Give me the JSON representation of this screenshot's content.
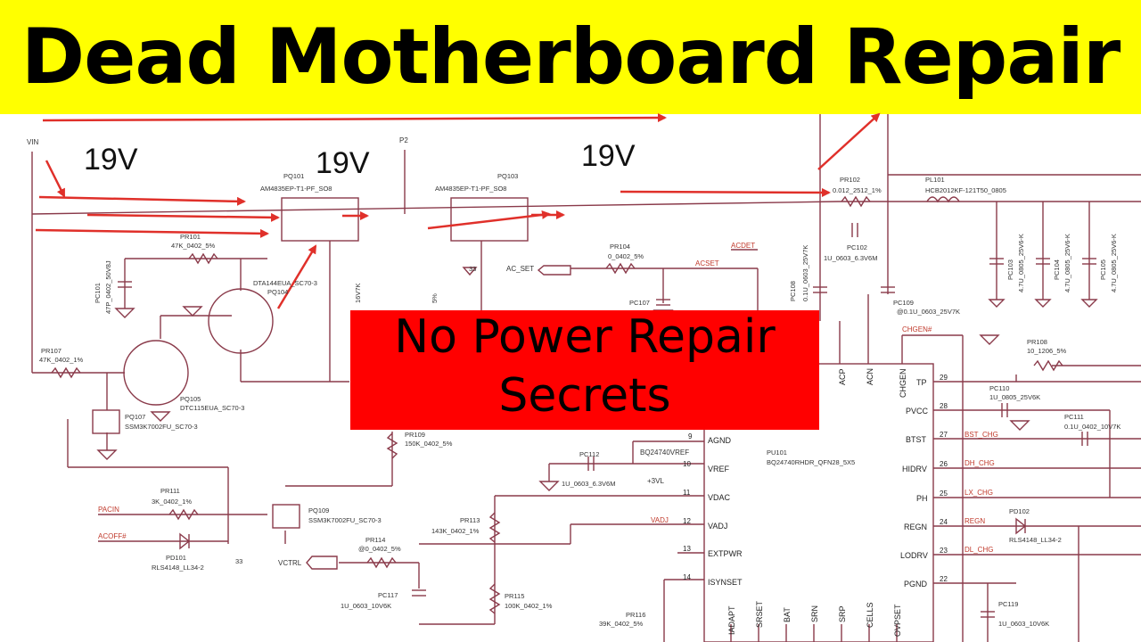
{
  "banner": {
    "title": "Dead Motherboard Repair",
    "color": "#ffff00"
  },
  "callout": {
    "line1": "No Power Repair",
    "line2": "Secrets",
    "color": "#ff0000"
  },
  "voltages": [
    "19V",
    "19V",
    "19V"
  ],
  "nets": {
    "vin": "VIN",
    "p2": "P2",
    "acdet": "ACDET",
    "acset": "ACSET",
    "ac_set": "AC_SET",
    "chgen": "CHGEN#",
    "bst_chg": "BST_CHG",
    "dh_chg": "DH_CHG",
    "lx_chg": "LX_CHG",
    "regn": "REGN",
    "dl_chg": "DL_CHG",
    "pacin": "PACIN",
    "acoff": "ACOFF#",
    "vctrl": "VCTRL",
    "vadj": "VADJ",
    "bq_vref": "BQ24740VREF",
    "plus3vl": "+3VL"
  },
  "components": {
    "pq101": {
      "ref": "PQ101",
      "part": "AM4835EP-T1-PF_SO8"
    },
    "pq103": {
      "ref": "PQ103",
      "part": "AM4835EP-T1-PF_SO8"
    },
    "pr102": {
      "ref": "PR102",
      "part": "0.012_2512_1%"
    },
    "pl101": {
      "ref": "PL101",
      "part": "HCB2012KF-121T50_0805"
    },
    "pr101": {
      "ref": "PR101",
      "part": "47K_0402_5%"
    },
    "pc101": {
      "ref": "PC101",
      "part": "47P_0402_50V8J"
    },
    "pq104": {
      "ref": "PQ104",
      "part": "DTA144EUA_SC70-3"
    },
    "pr104": {
      "ref": "PR104",
      "part": "0_0402_5%"
    },
    "pc102": {
      "ref": "PC102",
      "part": "1U_0603_6.3V6M"
    },
    "pc108": {
      "ref": "PC108",
      "part": "0.1U_0603_25V7K"
    },
    "pc109": {
      "ref": "PC109",
      "part": "@0.1U_0603_25V7K"
    },
    "pc107": {
      "ref": "PC107",
      "part": ""
    },
    "pc103": {
      "ref": "PC103",
      "part": "4.7U_0805_25V6-K"
    },
    "pc104": {
      "ref": "PC104",
      "part": "4.7U_0805_25V6-K"
    },
    "pc105": {
      "ref": "PC105",
      "part": "4.7U_0805_25V6-K"
    },
    "pr107": {
      "ref": "PR107",
      "part": "47K_0402_1%"
    },
    "pq105": {
      "ref": "PQ105",
      "part": "DTC115EUA_SC70-3"
    },
    "pq107": {
      "ref": "PQ107",
      "part": "SSM3K7002FU_SC70-3"
    },
    "pr109": {
      "ref": "PR109",
      "part": "150K_0402_5%"
    },
    "pc112": {
      "ref": "PC112",
      "part": "1U_0603_6.3V6M"
    },
    "pu101": {
      "ref": "PU101",
      "part": "BQ24740RHDR_QFN28_5X5"
    },
    "pr108": {
      "ref": "PR108",
      "part": "10_1206_5%"
    },
    "pc110": {
      "ref": "PC110",
      "part": "1U_0805_25V6K"
    },
    "pc111": {
      "ref": "PC111",
      "part": "0.1U_0402_10V7K"
    },
    "pd102": {
      "ref": "PD102",
      "part": "RLS4148_LL34-2"
    },
    "pr111": {
      "ref": "PR111",
      "part": "3K_0402_1%"
    },
    "pd101": {
      "ref": "PD101",
      "part": "RLS4148_LL34-2"
    },
    "pq109": {
      "ref": "PQ109",
      "part": "SSM3K7002FU_SC70-3"
    },
    "pr113": {
      "ref": "PR113",
      "part": "143K_0402_1%"
    },
    "pr114": {
      "ref": "PR114",
      "part": "@0_0402_5%"
    },
    "pc117": {
      "ref": "PC117",
      "part": "1U_0603_10V6K"
    },
    "pr115": {
      "ref": "PR115",
      "part": "100K_0402_1%"
    },
    "pr116": {
      "ref": "PR116",
      "part": "39K_0402_5%"
    },
    "pc119": {
      "ref": "PC119",
      "part": "1U_0603_10V6K"
    },
    "pd_16v7k": {
      "ref": "",
      "part": "16V7K"
    }
  },
  "ic_pins_left": [
    {
      "num": "9",
      "name": "AGND"
    },
    {
      "num": "10",
      "name": "VREF"
    },
    {
      "num": "11",
      "name": "VDAC"
    },
    {
      "num": "12",
      "name": "VADJ"
    },
    {
      "num": "13",
      "name": "EXTPWR"
    },
    {
      "num": "14",
      "name": "ISYNSET"
    }
  ],
  "ic_pins_right": [
    {
      "num": "29",
      "name": "TP"
    },
    {
      "num": "28",
      "name": "PVCC"
    },
    {
      "num": "27",
      "name": "BTST"
    },
    {
      "num": "26",
      "name": "HIDRV"
    },
    {
      "num": "25",
      "name": "PH"
    },
    {
      "num": "24",
      "name": "REGN"
    },
    {
      "num": "23",
      "name": "LODRV"
    },
    {
      "num": "22",
      "name": "PGND"
    }
  ],
  "ic_pins_top": [
    "ACP",
    "ACN",
    "CHGEN"
  ],
  "ic_pins_bottom": [
    "IADAPT",
    "SRSET",
    "BAT",
    "SRN",
    "SRP",
    "CELLS",
    "OVPSET"
  ],
  "misc": {
    "n33a": "33",
    "n33b": "33",
    "pct": "5%"
  }
}
